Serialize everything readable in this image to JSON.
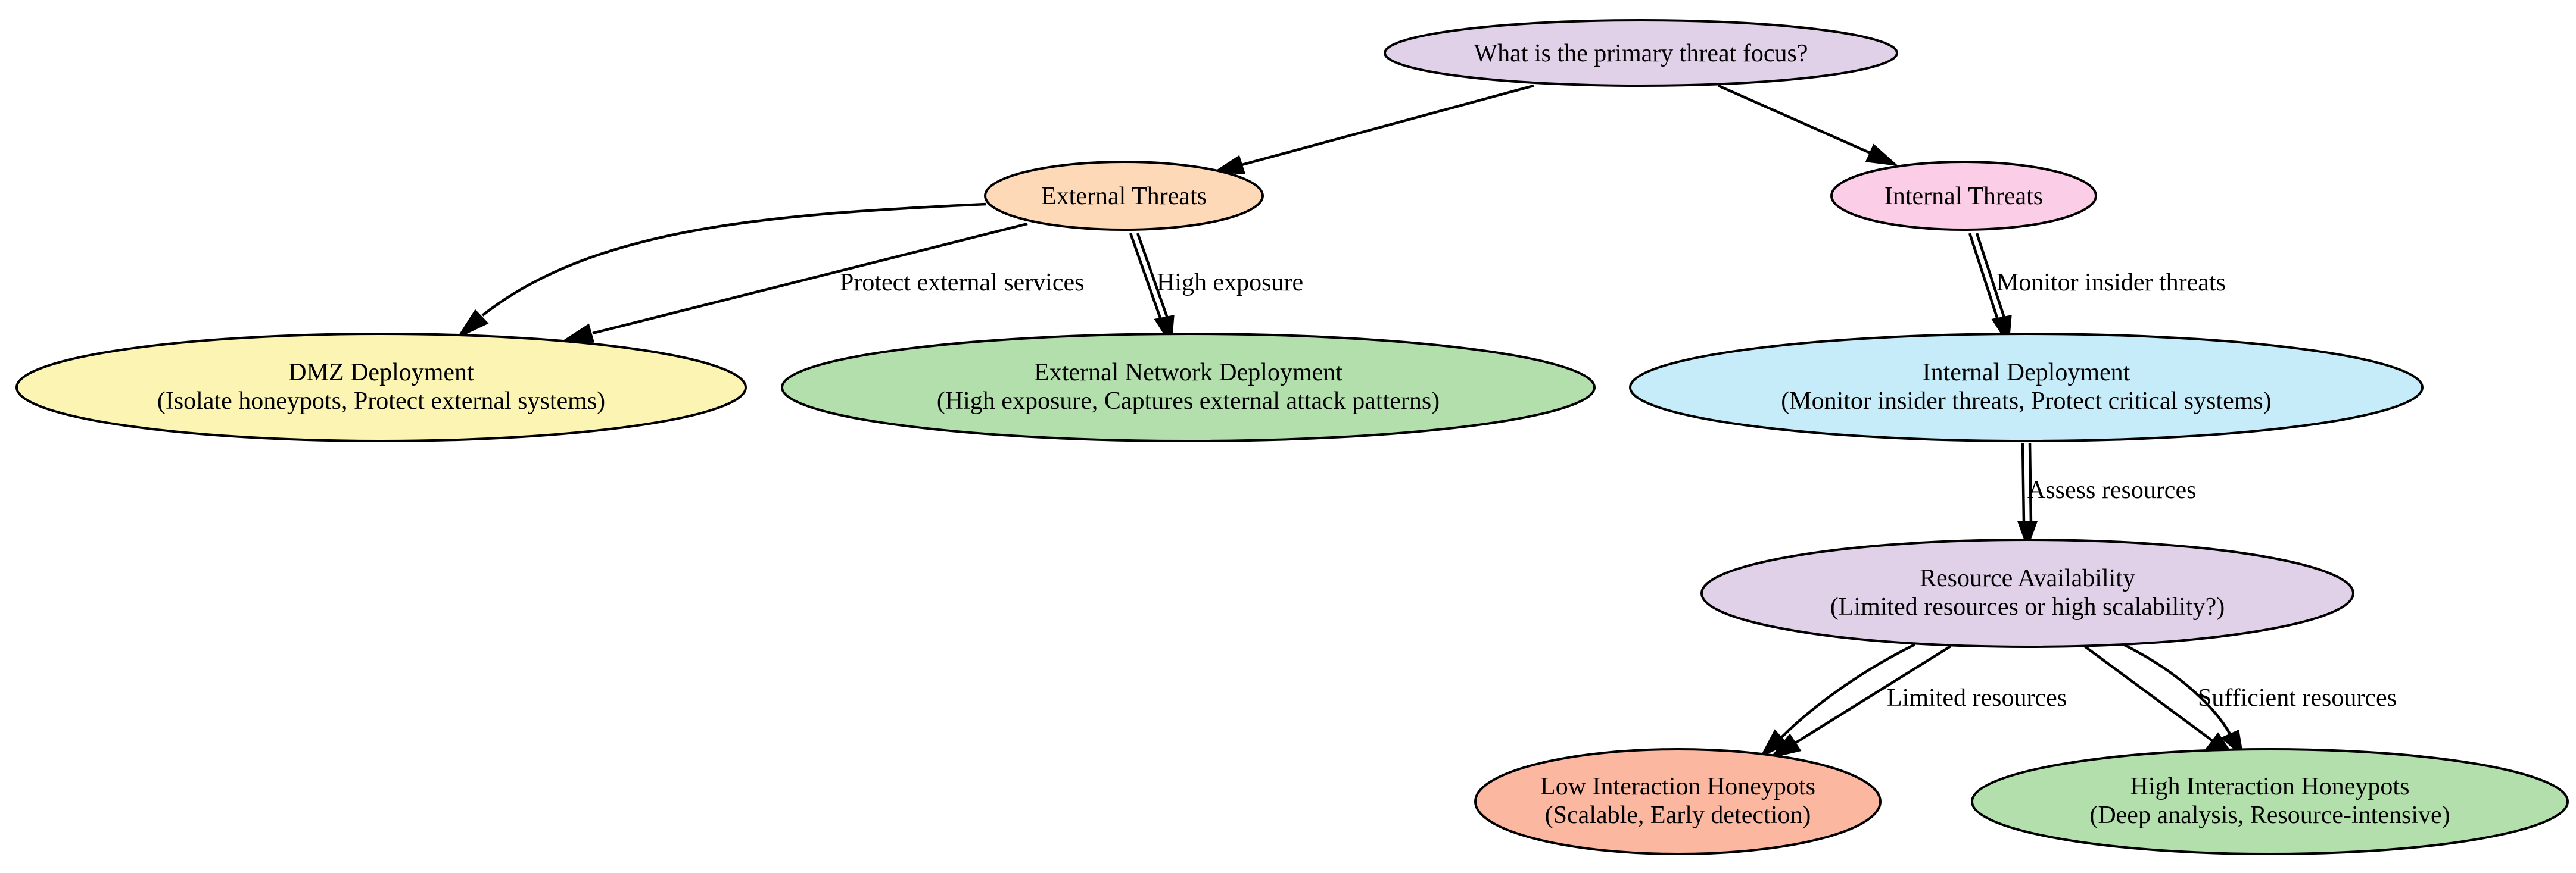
{
  "colors": {
    "lavender": "#e0d0e8",
    "peach": "#fdd9b7",
    "pink": "#fbcde6",
    "yellow": "#fbf4b3",
    "green": "#b2dfac",
    "light_blue": "#c6ecfa",
    "salmon": "#fbb7a0"
  },
  "nodes": {
    "primary_question": {
      "lines": [
        "What is the primary threat focus?"
      ]
    },
    "external_threats": {
      "lines": [
        "External Threats"
      ]
    },
    "internal_threats": {
      "lines": [
        "Internal Threats"
      ]
    },
    "dmz_deployment": {
      "lines": [
        "DMZ Deployment",
        "(Isolate honeypots, Protect external systems)"
      ]
    },
    "external_network_deployment": {
      "lines": [
        "External Network Deployment",
        "(High exposure, Captures external attack patterns)"
      ]
    },
    "internal_deployment": {
      "lines": [
        "Internal Deployment",
        "(Monitor insider threats, Protect critical systems)"
      ]
    },
    "resource_availability": {
      "lines": [
        "Resource Availability",
        "(Limited resources or high scalability?)"
      ]
    },
    "low_interaction": {
      "lines": [
        "Low Interaction Honeypots",
        "(Scalable, Early detection)"
      ]
    },
    "high_interaction": {
      "lines": [
        "High Interaction Honeypots",
        "(Deep analysis, Resource-intensive)"
      ]
    }
  },
  "edge_labels": {
    "protect_external": "Protect external services",
    "high_exposure": "High exposure",
    "monitor_insider": "Monitor insider threats",
    "assess_resources": "Assess resources",
    "limited_resources": "Limited resources",
    "sufficient_resources": "Sufficient resources"
  }
}
